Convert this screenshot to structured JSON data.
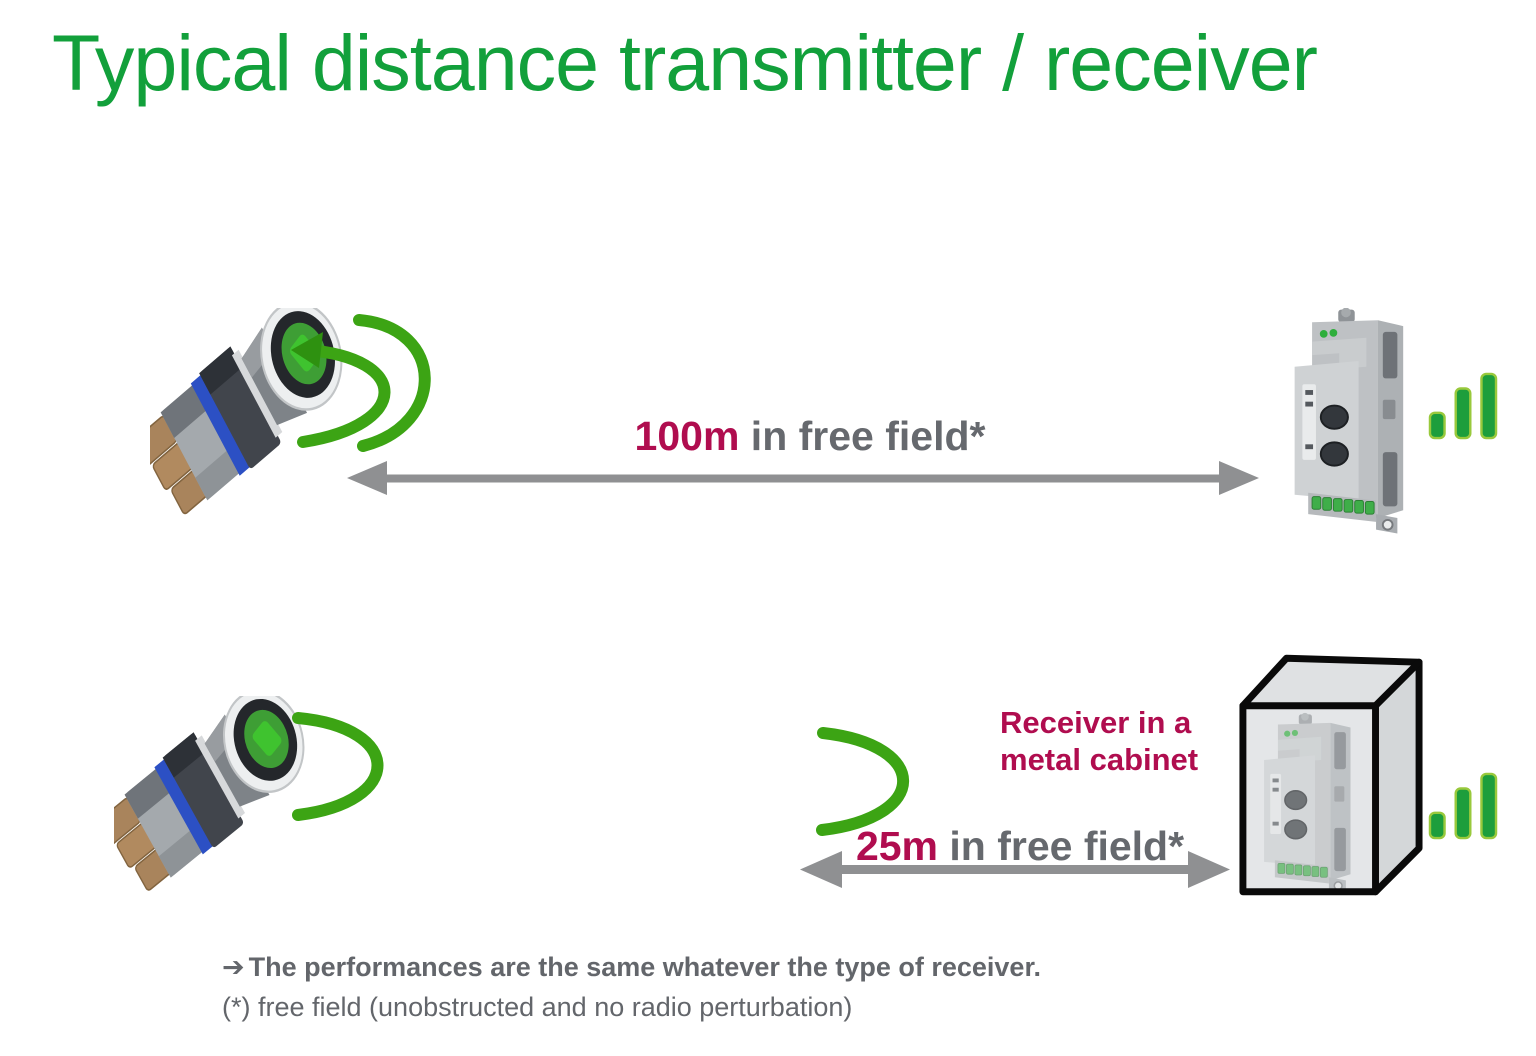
{
  "slide": {
    "title": "Typical distance transmitter / receiver"
  },
  "free_field_scenario": {
    "distance_value": "100m",
    "distance_suffix": " in free field*"
  },
  "cabinet_scenario": {
    "distance_value": "25m",
    "distance_suffix": " in free field*",
    "note_line1": "Receiver in a",
    "note_line2": "metal cabinet"
  },
  "footer": {
    "bullet": "➔",
    "statement": "The performances are the same whatever the type of receiver.",
    "footnote": "(*) free field (unobstructed and no radio perturbation)"
  },
  "icons": {
    "transmitter": "wireless-pushbutton",
    "receiver": "din-rail-receiver-module",
    "signal_strength": "green-signal-bars",
    "wireless_emission": "green-signal-arcs",
    "distance": "double-headed-gray-arrow",
    "enclosure": "metal-cabinet-cube"
  },
  "colors": {
    "title_green": "#12A03B",
    "arc_green": "#3CA414",
    "signal_bar_green": "#1D9E3C",
    "accent_magenta": "#B00D4F",
    "text_gray": "#63666B",
    "arrow_gray": "#8F9092"
  }
}
